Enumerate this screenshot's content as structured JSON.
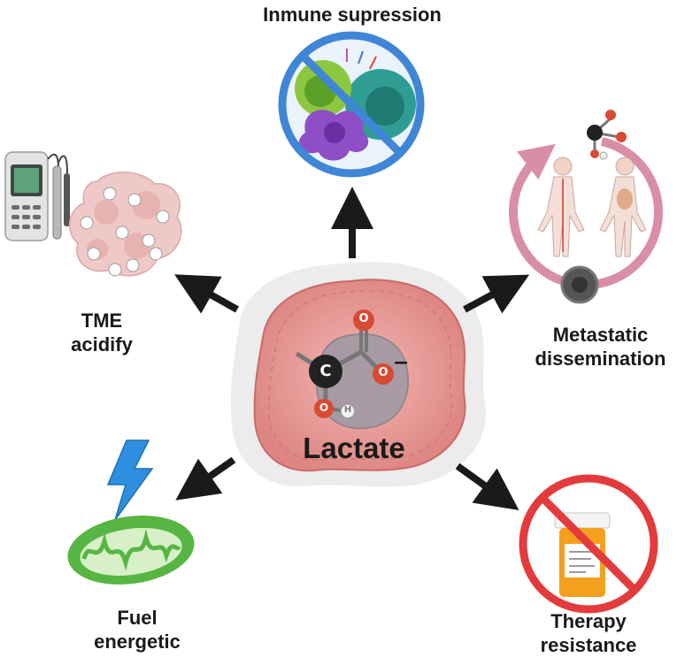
{
  "center": {
    "label": "Lactate",
    "atoms": {
      "carbon": "C",
      "oxygen": "O",
      "hydrogen": "H",
      "charge": "−"
    }
  },
  "labels": {
    "immune": "Inmune supression",
    "tme": [
      "TME",
      "acidify"
    ],
    "metastatic": [
      "Metastatic",
      "dissemination"
    ],
    "fuel": [
      "Fuel",
      "energetic"
    ],
    "therapy": [
      "Therapy",
      "resistance"
    ]
  },
  "colors": {
    "cell_body": "#e89a9a",
    "cell_halo": "#ececec",
    "arrow": "#1a1a1a",
    "oxygen": "#d84a32",
    "carbon": "#222222",
    "prohibit": "#3f86d6",
    "prohibit_red": "#e33b3b",
    "mitochondria": "#57b543",
    "lightning": "#2e8fe0",
    "cycle": "#d98ea7",
    "pill_bottle": "#f2a01e"
  },
  "icons": [
    "ph-meter-icon",
    "acid-tumor-icon",
    "no-immune-cells-icon",
    "lactate-molecule-icon",
    "metastasis-cycle-icon",
    "mitochondria-icon",
    "lightning-icon",
    "no-pills-icon"
  ]
}
